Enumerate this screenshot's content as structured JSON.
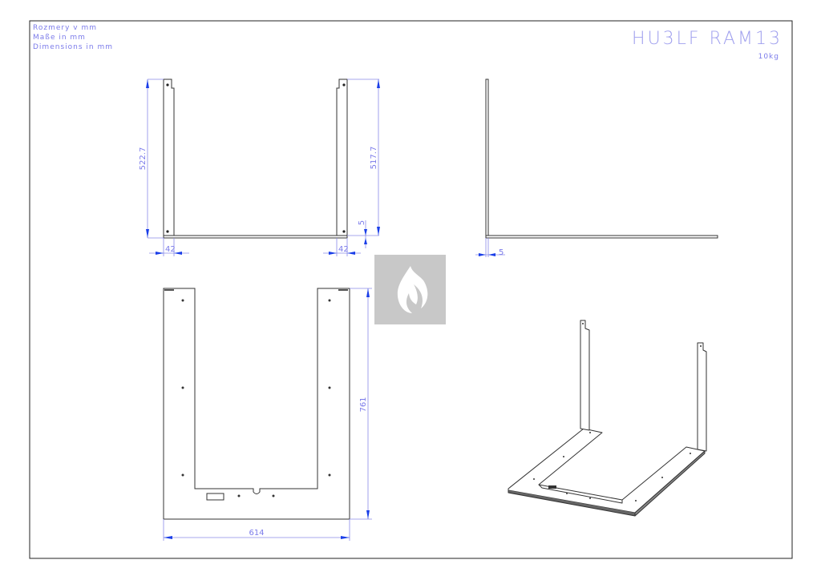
{
  "header": {
    "units_lines": [
      "Rozmery v mm",
      "Maße in mm",
      "Dimensions in mm"
    ],
    "title": "HU3LF RAM13",
    "weight": "10kg"
  },
  "dimensions": {
    "left_height": "522.7",
    "right_height": "517.7",
    "offset_right": "5",
    "left_width": "42",
    "right_width": "42",
    "side_thickness": "5",
    "plan_depth": "761",
    "plan_width": "614"
  },
  "colors": {
    "dimension": "#7b7bea",
    "arrow": "#1a3ee8",
    "logo_bg": "#c8c8c8"
  },
  "logo": {
    "icon": "flame-icon"
  }
}
